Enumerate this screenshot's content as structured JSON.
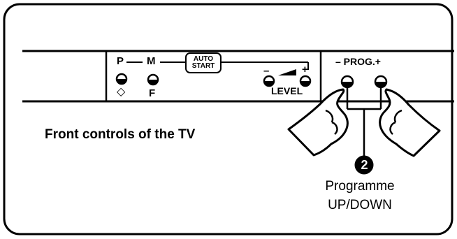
{
  "panel": {
    "p_label": "P",
    "m_label": "M",
    "auto_start_line1": "AUTO",
    "auto_start_line2": "START",
    "minus_label": "–",
    "plus_label": "+",
    "level_label": "LEVEL",
    "f_label": "F",
    "diamond_symbol": "◇",
    "prog_label": "– PROG.+"
  },
  "caption": "Front controls of the TV",
  "callout": {
    "number": "2",
    "label_line1": "Programme",
    "label_line2": "UP/DOWN"
  }
}
